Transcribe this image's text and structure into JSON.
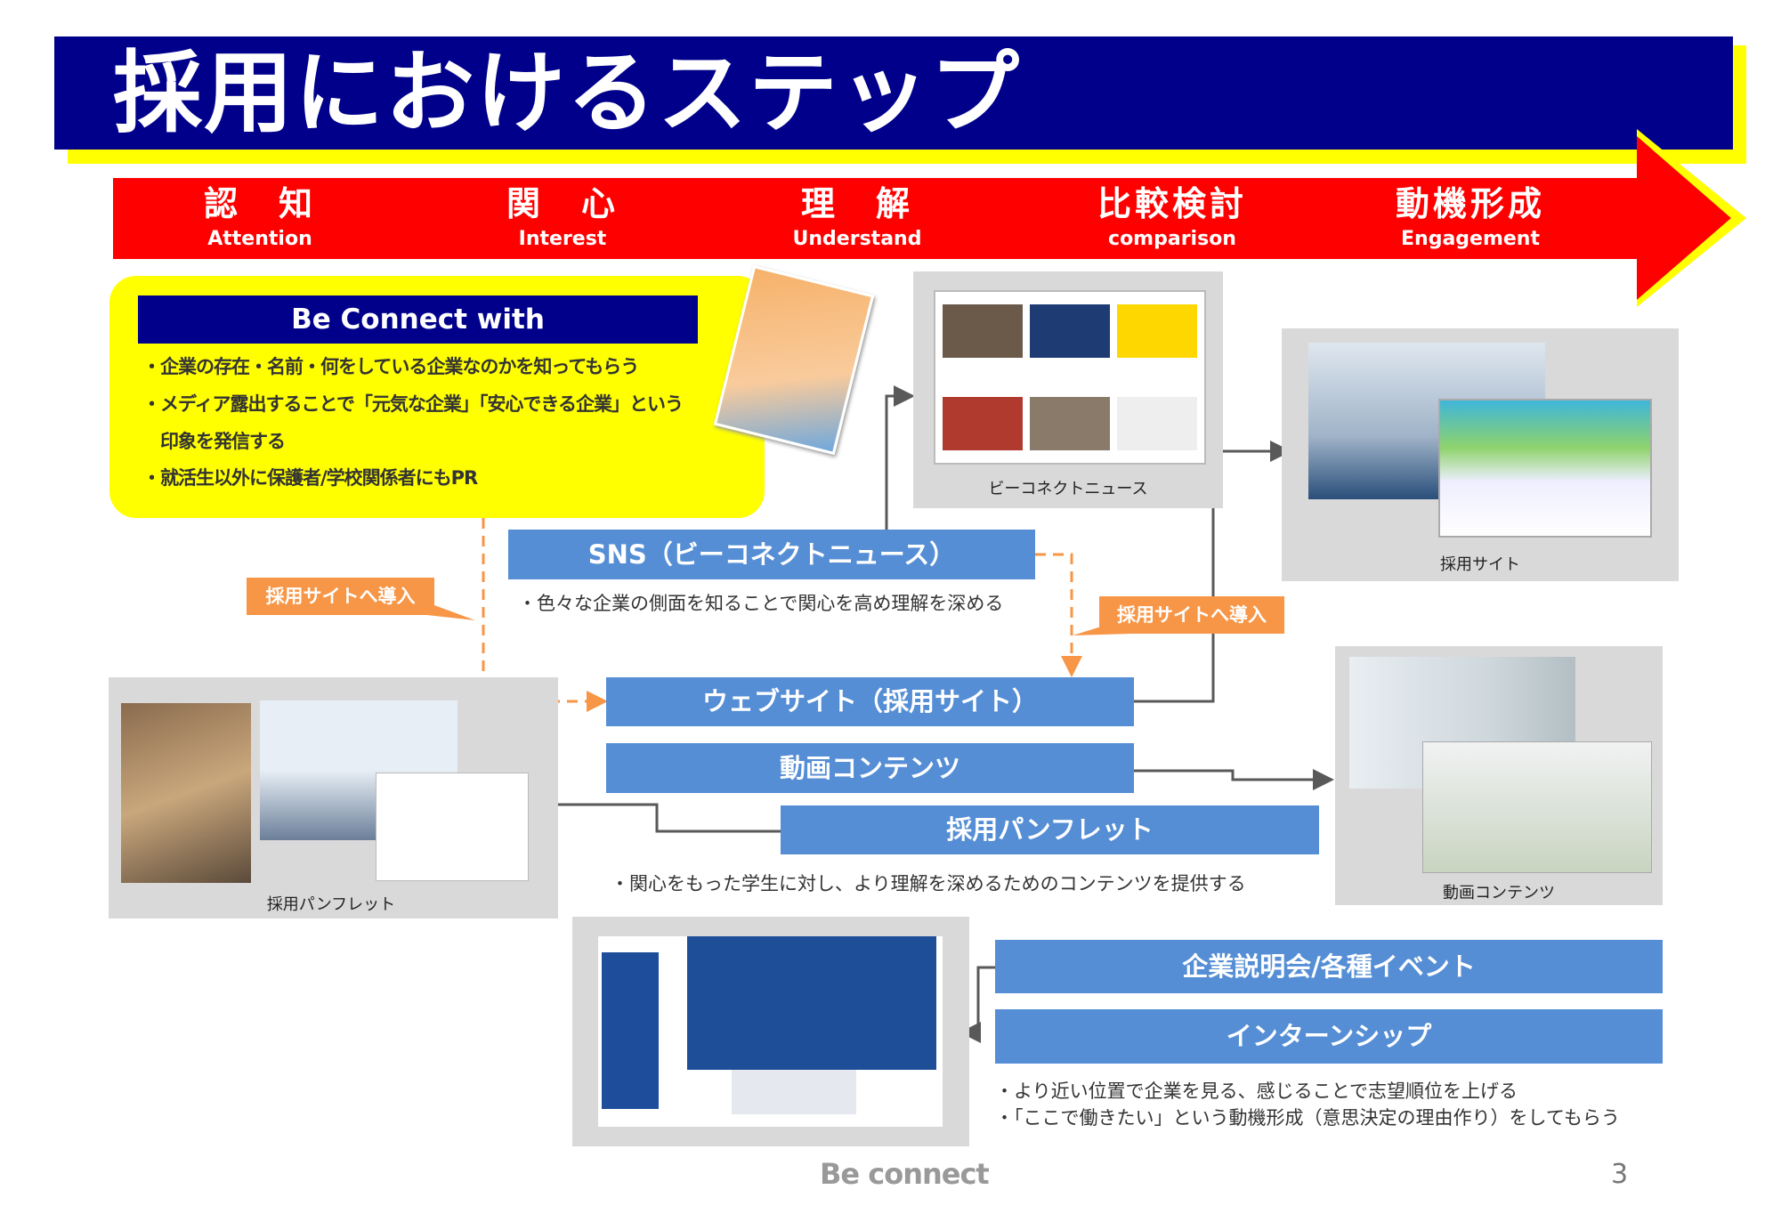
{
  "title": "採用におけるステップ",
  "stages": [
    {
      "jp": "認　知",
      "en": "Attention"
    },
    {
      "jp": "関　心",
      "en": "Interest"
    },
    {
      "jp": "理　解",
      "en": "Understand"
    },
    {
      "jp": "比較検討",
      "en": "comparison"
    },
    {
      "jp": "動機形成",
      "en": "Engagement"
    }
  ],
  "be_connect": {
    "header": "Be Connect with",
    "bullets": [
      "・企業の存在・名前・何をしている企業なのかを知ってもらう",
      "・メディア露出することで「元気な企業」「安心できる企業」という",
      "　印象を発信する",
      "・就活生以外に保護者/学校関係者にもPR"
    ]
  },
  "sns": {
    "label": "SNS（ビーコネクトニュース）",
    "note": "・色々な企業の側面を知ることで関心を高め理解を深める"
  },
  "news_caption": "ビーコネクトニュース",
  "recruit_caption": "採用サイト",
  "lead_labels": [
    "採用サイトへ導入",
    "採用サイトへ導入"
  ],
  "contents": {
    "website": "ウェブサイト（採用サイト）",
    "video": "動画コンテンツ",
    "pamphlet": "採用パンフレット",
    "note": "・関心をもった学生に対し、より理解を深めるためのコンテンツを提供する"
  },
  "pamphlet_caption": "採用パンフレット",
  "video_caption": "動画コンテンツ",
  "events": {
    "seminar": "企業説明会/各種イベント",
    "internship": "インターンシップ",
    "notes": [
      "・より近い位置で企業を見る、感じることで志望順位を上げる",
      "・「ここで働きたい」という動機形成（意思決定の理由作り）をしてもらう"
    ]
  },
  "footer": {
    "logo": "Be connect",
    "page": "3"
  },
  "colors": {
    "navy": "#00008b",
    "red": "#ff0000",
    "yellow": "#ffff00",
    "blue": "#558ed5",
    "orange": "#f79646",
    "grey": "#d9d9d9"
  }
}
